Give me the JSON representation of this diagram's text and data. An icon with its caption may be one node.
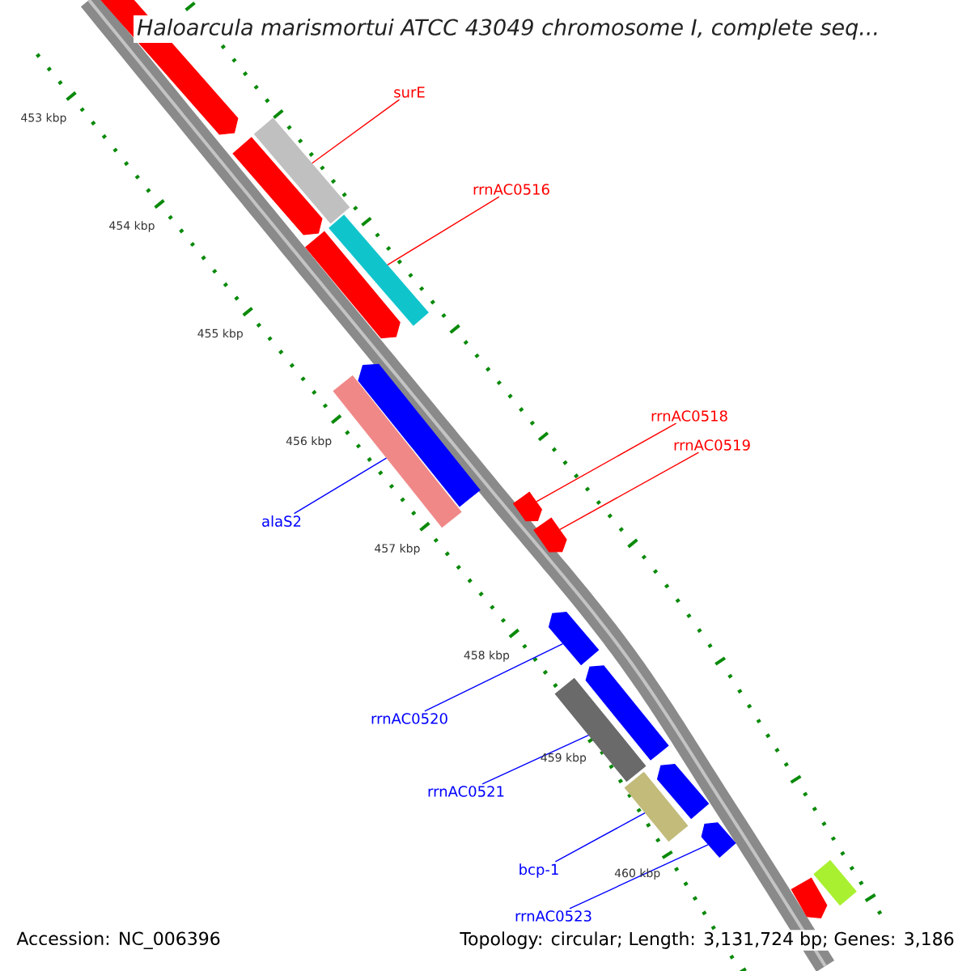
{
  "diagram": {
    "title": "Haloarcula marismortui ATCC 43049 chromosome I, complete seq...",
    "nodes": [
      {
        "text": [],
        "shape": "pentagon"
      },
      {
        "text": [
          "surE"
        ]
      },
      {
        "text": [],
        "shape": "bar"
      },
      {
        "text": [],
        "shape": "pentagon"
      },
      {
        "text": [
          "rrnAC0516"
        ]
      },
      {
        "text": [],
        "shape": "bar"
      },
      {
        "text": [],
        "shape": "pentagon"
      },
      {
        "text": [],
        "shape": "pentagon"
      },
      {
        "text": [],
        "shape": "bar"
      },
      {
        "text": [
          "rrnAC0518"
        ]
      },
      {
        "text": [
          "rrnAC0519"
        ]
      },
      {
        "text": [],
        "shape": "pentagon"
      },
      {
        "text": [],
        "shape": "pentagon"
      },
      {
        "text": [
          "alaS2"
        ]
      },
      {
        "text": [],
        "shape": "pentagon"
      },
      {
        "text": [
          "rrnAC0520"
        ]
      },
      {
        "text": [],
        "shape": "pentagon"
      },
      {
        "text": [],
        "shape": "bar"
      },
      {
        "text": [
          "rrnAC0521"
        ]
      },
      {
        "text": [],
        "shape": "pentagon"
      },
      {
        "text": [],
        "shape": "bar"
      },
      {
        "text": [
          "bcp-1"
        ]
      },
      {
        "text": [],
        "shape": "pentagon"
      },
      {
        "text": [
          "rrnAC0523"
        ]
      },
      {
        "text": [],
        "shape": "bar"
      },
      {
        "text": [],
        "shape": "pentagon"
      }
    ],
    "edges": [
      {
        "from": 1,
        "to": 2,
        "arrow": "none",
        "color": "#ff0000"
      },
      {
        "from": 4,
        "to": 5,
        "arrow": "none",
        "color": "#ff0000"
      },
      {
        "from": 9,
        "to": 11,
        "arrow": "none",
        "color": "#ff0000"
      },
      {
        "from": 10,
        "to": 12,
        "arrow": "none",
        "color": "#ff0000"
      },
      {
        "from": 13,
        "to": 8,
        "arrow": "none"
      },
      {
        "from": 15,
        "to": 14,
        "arrow": "none"
      },
      {
        "from": 18,
        "to": 17,
        "arrow": "none"
      },
      {
        "from": 21,
        "to": 20,
        "arrow": "none"
      },
      {
        "from": 23,
        "to": 22,
        "arrow": "none"
      }
    ],
    "labels": [
      "453 kbp",
      "454 kbp",
      "455 kbp",
      "456 kbp",
      "457 kbp",
      "458 kbp",
      "459 kbp",
      "460 kbp",
      "Accession: NC_006396",
      "Topology: circular; Length: 3,131,724 bp; Genes: 3,186"
    ]
  }
}
